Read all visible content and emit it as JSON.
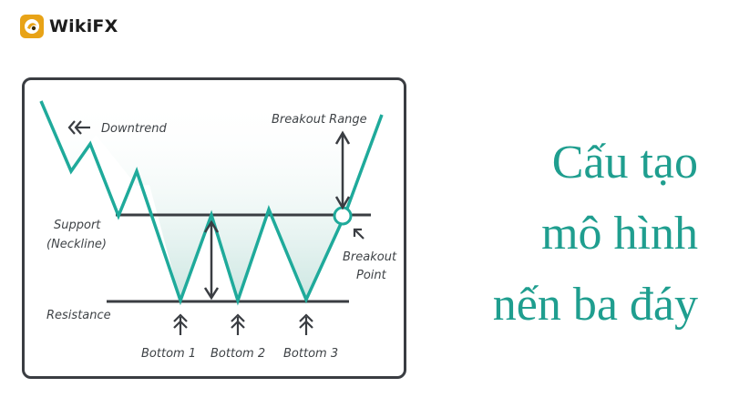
{
  "brand": {
    "name": "WikiFX",
    "icon": "wikifx-logo-icon",
    "accent": "#e8a317"
  },
  "diagram": {
    "labels": {
      "downtrend": "Downtrend",
      "support_line1": "Support",
      "support_line2": "(Neckline)",
      "resistance": "Resistance",
      "breakout_range": "Breakout Range",
      "breakout_point_line1": "Breakout",
      "breakout_point_line2": "Point",
      "bottom1": "Bottom 1",
      "bottom2": "Bottom 2",
      "bottom3": "Bottom 3"
    },
    "colors": {
      "price": "#1faa9b",
      "lines": "#3a3d42",
      "fill": "#cfe6e2",
      "text": "#3f4347"
    }
  },
  "title": {
    "line1": "Cấu tạo",
    "line2": "mô hình",
    "line3": "nến ba đáy",
    "color": "#1f9e8f"
  }
}
